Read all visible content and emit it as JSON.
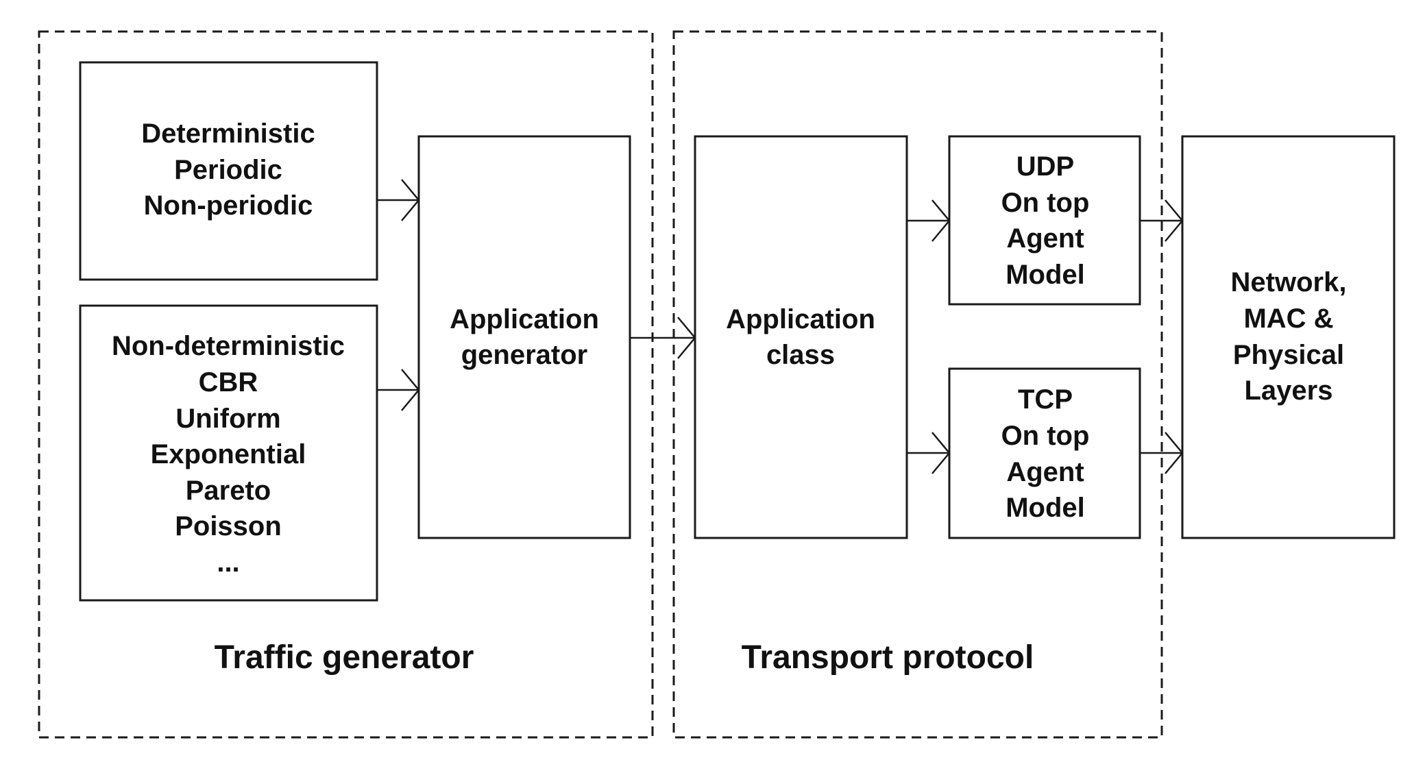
{
  "groups": {
    "traffic_generator": {
      "label": "Traffic generator"
    },
    "transport_protocol": {
      "label": "Transport protocol"
    }
  },
  "boxes": {
    "deterministic": {
      "lines": [
        "Deterministic",
        "Periodic",
        "Non-periodic"
      ]
    },
    "non_deterministic": {
      "lines": [
        "Non-deterministic",
        "CBR",
        "Uniform",
        "Exponential",
        "Pareto",
        "Poisson",
        "..."
      ]
    },
    "application_generator": {
      "lines": [
        "Application",
        "generator"
      ]
    },
    "application_class": {
      "lines": [
        "Application",
        "class"
      ]
    },
    "udp": {
      "lines": [
        "UDP",
        "On top",
        "Agent",
        "Model"
      ]
    },
    "tcp": {
      "lines": [
        "TCP",
        "On top",
        "Agent",
        "Model"
      ]
    },
    "network_layers": {
      "lines": [
        "Network,",
        "MAC &",
        "Physical",
        "Layers"
      ]
    }
  },
  "colors": {
    "stroke": "#1a1a1a",
    "text": "#111111",
    "background": "#ffffff"
  }
}
